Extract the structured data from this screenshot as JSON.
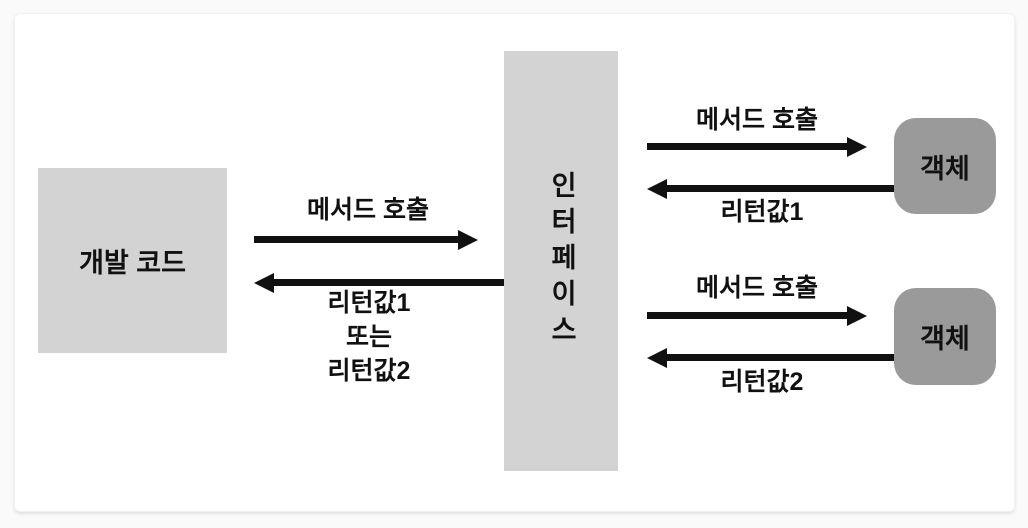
{
  "diagram": {
    "title": "interface-method-call-diagram",
    "nodes": {
      "dev_code": {
        "label": "개발 코드",
        "fill": "#d3d3d3",
        "shape": "rectangle"
      },
      "interface": {
        "label": "인터페이스",
        "fill": "#d3d3d3",
        "shape": "rectangle",
        "text_orientation": "vertical"
      },
      "object1": {
        "label": "객체",
        "fill": "#9a9a9a",
        "shape": "rounded-rectangle"
      },
      "object2": {
        "label": "객체",
        "fill": "#9a9a9a",
        "shape": "rounded-rectangle"
      }
    },
    "edges": {
      "dev_to_interface": {
        "label": "메서드 호출",
        "direction": "right",
        "from": "dev_code",
        "to": "interface"
      },
      "interface_to_dev": {
        "label_lines": [
          "리턴값1",
          "또는",
          "리턴값2"
        ],
        "direction": "left",
        "from": "interface",
        "to": "dev_code"
      },
      "interface_to_object1": {
        "label": "메서드 호출",
        "direction": "right",
        "from": "interface",
        "to": "object1"
      },
      "object1_to_interface": {
        "label": "리턴값1",
        "direction": "left",
        "from": "object1",
        "to": "interface"
      },
      "interface_to_object2": {
        "label": "메서드 호출",
        "direction": "right",
        "from": "interface",
        "to": "object2"
      },
      "object2_to_interface": {
        "label": "리턴값2",
        "direction": "left",
        "from": "object2",
        "to": "interface"
      }
    },
    "colors": {
      "arrow": "#111111",
      "node_light": "#d3d3d3",
      "node_dark": "#9a9a9a",
      "text": "#111111",
      "card_bg": "#ffffff",
      "page_bg": "#fafafa"
    }
  }
}
